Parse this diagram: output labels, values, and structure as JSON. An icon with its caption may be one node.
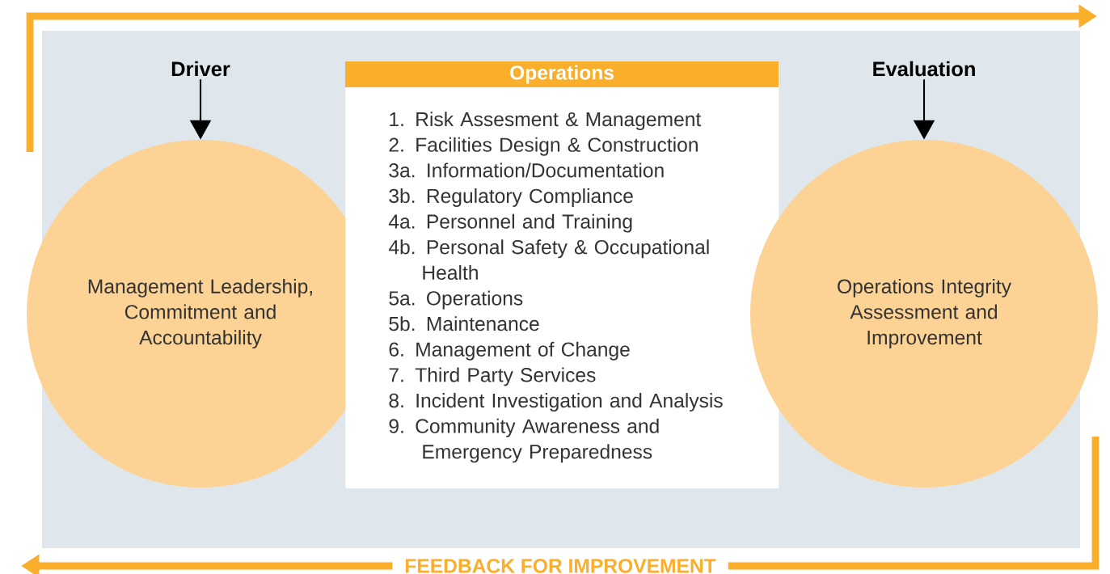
{
  "diagram": {
    "nodes": [
      {
        "text": [
          "Driver"
        ]
      },
      {
        "text": [
          "Management Leadership, Commitment and Accountability"
        ]
      },
      {
        "text": [
          "Operations",
          "1. Risk Assesment & Management",
          "2. Facilities Design & Construction",
          "3a. Information/Documentation",
          "3b. Regulatory Compliance",
          "4a. Personnel and Training",
          "4b. Personal Safety & Occupational Health",
          "5a. Operations",
          "5b. Maintenance",
          "6. Management of Change",
          "7. Third Party Services",
          "8. Incident Investigation and Analysis",
          "9. Community Awareness and Emergency Preparedness"
        ]
      },
      {
        "text": [
          "Evaluation"
        ]
      },
      {
        "text": [
          "Operations Integrity Assessment and Improvement"
        ]
      }
    ],
    "edges": [
      {
        "from": 0,
        "to": 1,
        "arrow": "to"
      },
      {
        "from": 3,
        "to": 4,
        "arrow": "to"
      }
    ],
    "labels": [
      "FEEDBACK FOR IMPROVEMENT"
    ]
  }
}
